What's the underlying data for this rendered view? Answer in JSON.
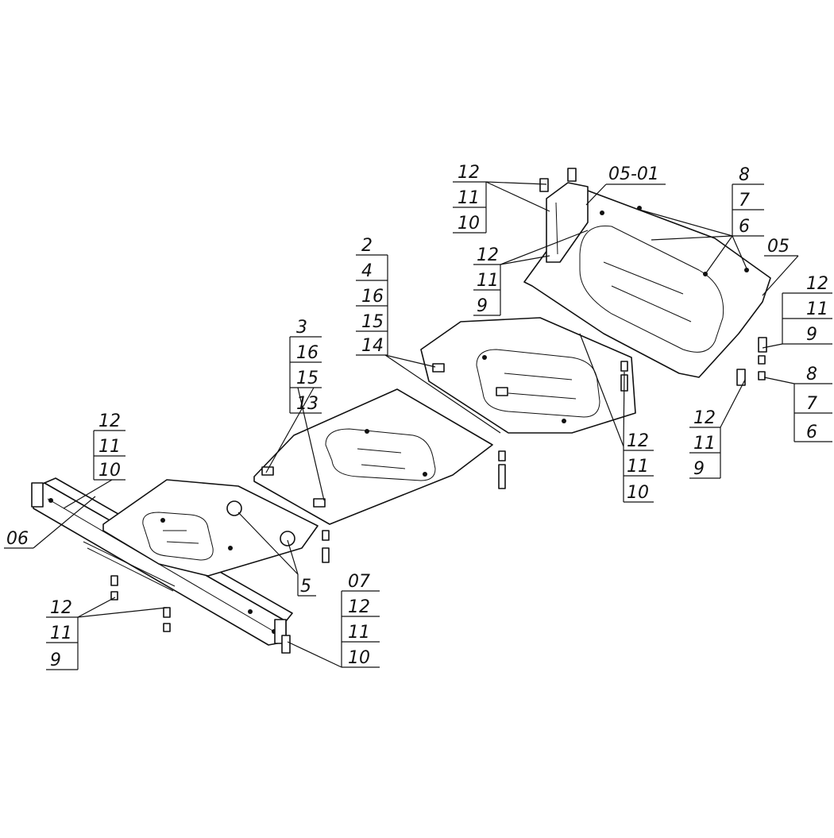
{
  "diagram": {
    "callouts": [
      {
        "id": "c1",
        "labels": [
          "12",
          "11",
          "10"
        ]
      },
      {
        "id": "c2",
        "labels": [
          "05-01"
        ]
      },
      {
        "id": "c3",
        "labels": [
          "8",
          "7",
          "6"
        ]
      },
      {
        "id": "c4",
        "labels": [
          "05"
        ]
      },
      {
        "id": "c5",
        "labels": [
          "12",
          "11",
          "9"
        ]
      },
      {
        "id": "c6",
        "labels": [
          "2",
          "4",
          "16",
          "15",
          "14"
        ]
      },
      {
        "id": "c7",
        "labels": [
          "12",
          "11",
          "9"
        ]
      },
      {
        "id": "c8",
        "labels": [
          "8",
          "7",
          "6"
        ]
      },
      {
        "id": "c9",
        "labels": [
          "3",
          "16",
          "15",
          "13"
        ]
      },
      {
        "id": "c10",
        "labels": [
          "12",
          "11",
          "9"
        ]
      },
      {
        "id": "c11",
        "labels": [
          "12",
          "11",
          "10"
        ]
      },
      {
        "id": "c12",
        "labels": [
          "12",
          "11",
          "10"
        ]
      },
      {
        "id": "c13",
        "labels": [
          "06"
        ]
      },
      {
        "id": "c14",
        "labels": [
          "5"
        ]
      },
      {
        "id": "c15",
        "labels": [
          "07",
          "12",
          "11",
          "10"
        ]
      },
      {
        "id": "c16",
        "labels": [
          "12",
          "11",
          "9"
        ]
      }
    ]
  }
}
